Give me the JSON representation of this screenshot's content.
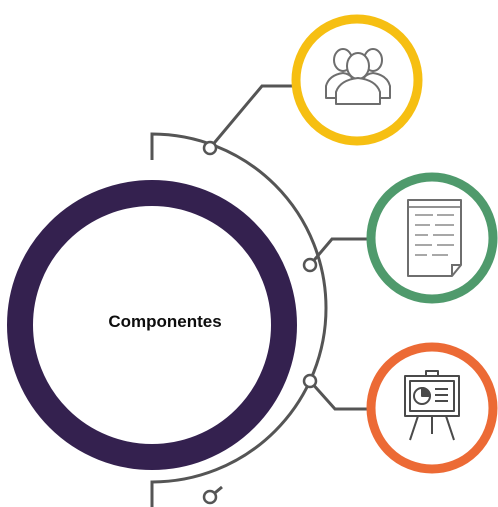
{
  "diagram": {
    "center": {
      "label": "Componentes",
      "ring_color": "#34214f"
    },
    "connector_color": "#555555",
    "nodes": [
      {
        "name": "people",
        "icon": "group-of-people-icon",
        "ring_color": "#f6bf12"
      },
      {
        "name": "document",
        "icon": "document-icon",
        "ring_color": "#4f9a6c"
      },
      {
        "name": "presentation",
        "icon": "presentation-board-chart-icon",
        "ring_color": "#ec6a35"
      }
    ]
  }
}
